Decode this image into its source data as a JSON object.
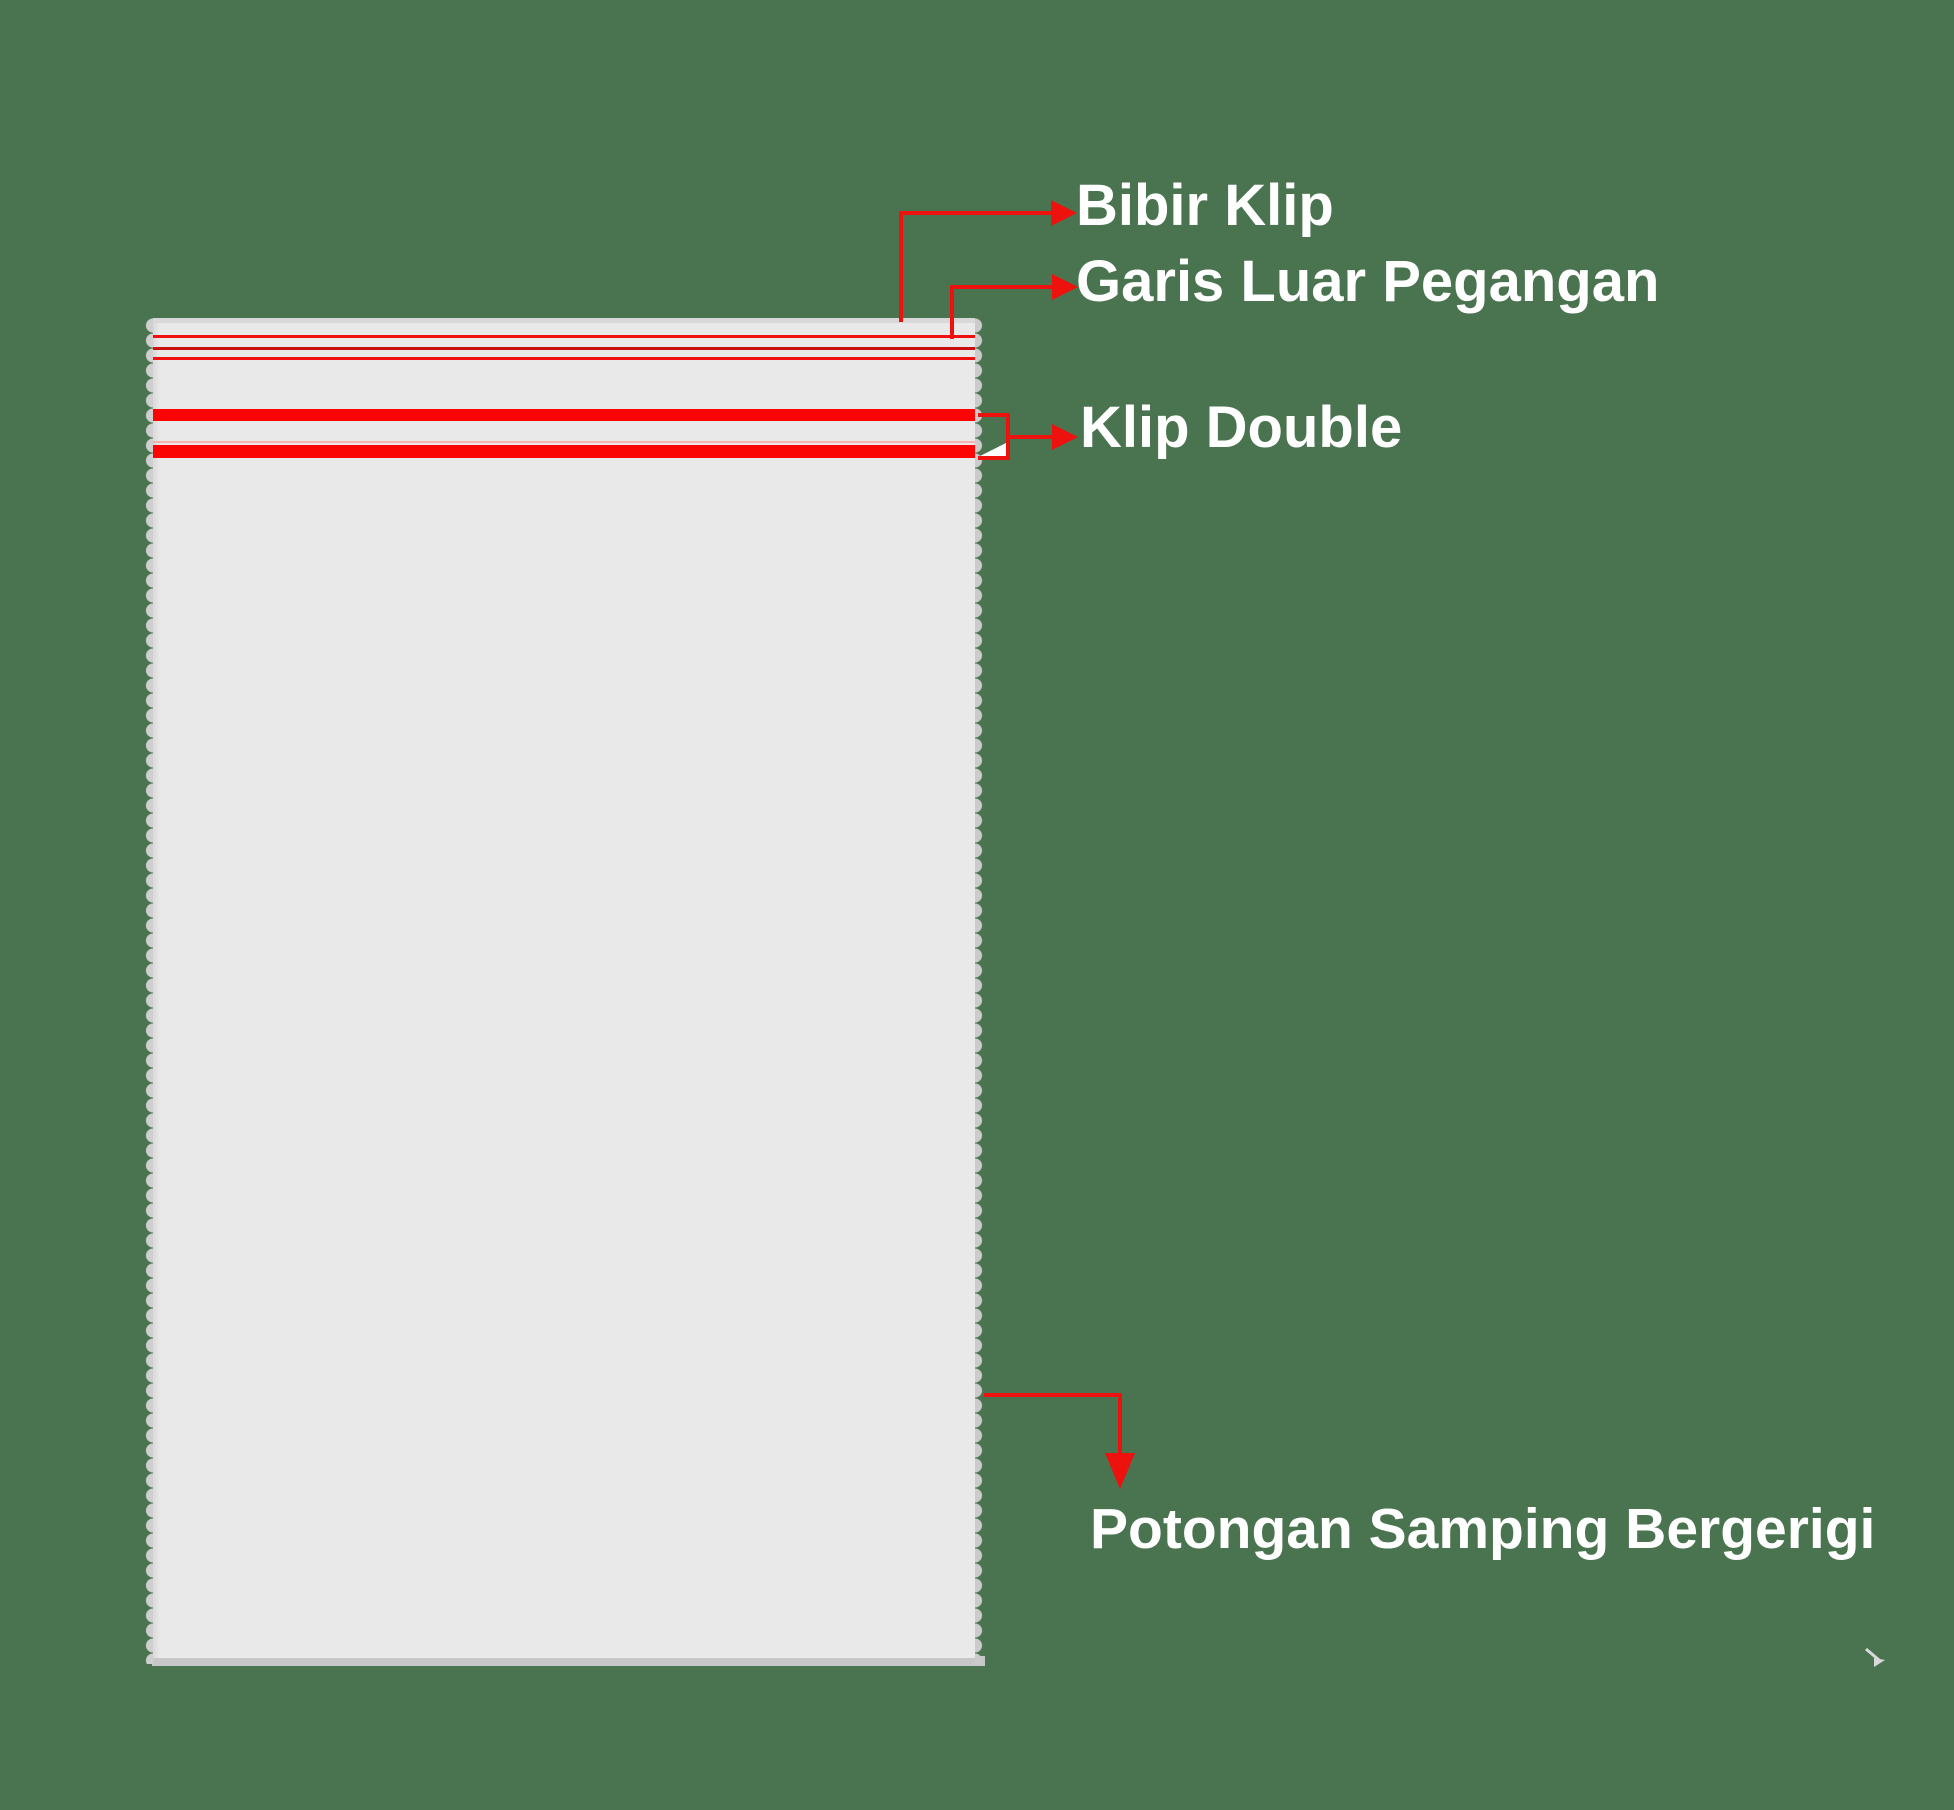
{
  "colors": {
    "background": "#4a734f",
    "bag_body": "#e9e9e9",
    "bag_edge": "#cfcfcf",
    "bag_shadow": "#c7c7c7",
    "clip_red": "#fb0404",
    "annotation_red": "#ee120e",
    "label_text": "#ffffff"
  },
  "labels": [
    {
      "id": "bibir-klip",
      "text": "Bibir Klip"
    },
    {
      "id": "garis-luar-pegangan",
      "text": "Garis Luar Pegangan"
    },
    {
      "id": "klip-double",
      "text": "Klip Double"
    },
    {
      "id": "potongan-samping-bergerigi",
      "text": "Potongan Samping Bergerigi"
    }
  ]
}
